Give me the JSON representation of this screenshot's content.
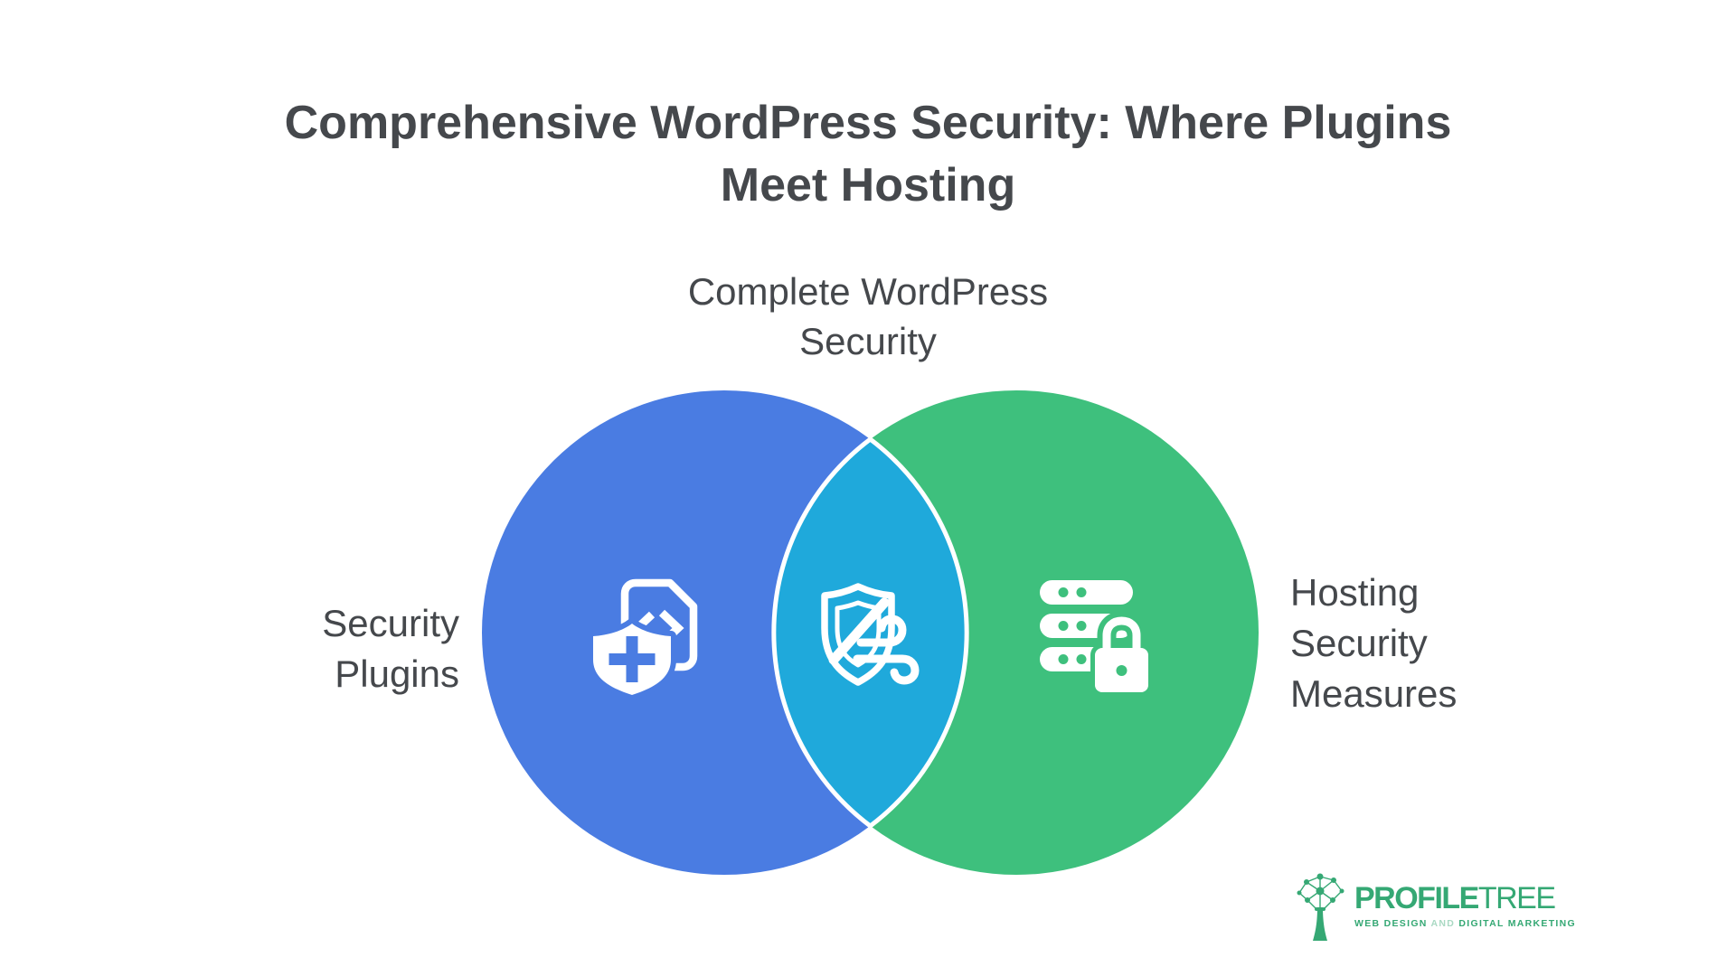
{
  "page": {
    "background_color": "#ffffff",
    "text_color": "#45484c"
  },
  "title": {
    "line1": "Comprehensive WordPress Security: Where Plugins",
    "line2": "Meet Hosting"
  },
  "venn": {
    "type": "venn-2-sets",
    "overlap_label": {
      "line1": "Complete WordPress",
      "line2": "Security"
    },
    "left_set": {
      "line1": "Security",
      "line2": "Plugins",
      "color": "#4a7ce2",
      "icon": "code-document-shield-plus-icon"
    },
    "right_set": {
      "line1": "Hosting",
      "line2": "Security",
      "line3": "Measures",
      "color": "#3ec07d",
      "icon": "secure-server-lock-icon"
    },
    "overlap": {
      "color": "#1fa9db",
      "border_color": "#ffffff",
      "icon": "shield-block-wind-icon"
    }
  },
  "branding": {
    "logo_icon": "profiletree-tree-icon",
    "name_primary": "PROFILE",
    "name_secondary": "TREE",
    "tagline_prefix": "WEB DESIGN ",
    "tagline_conjunction": "AND",
    "tagline_suffix": " DIGITAL MARKETING",
    "color": "#35a874"
  }
}
